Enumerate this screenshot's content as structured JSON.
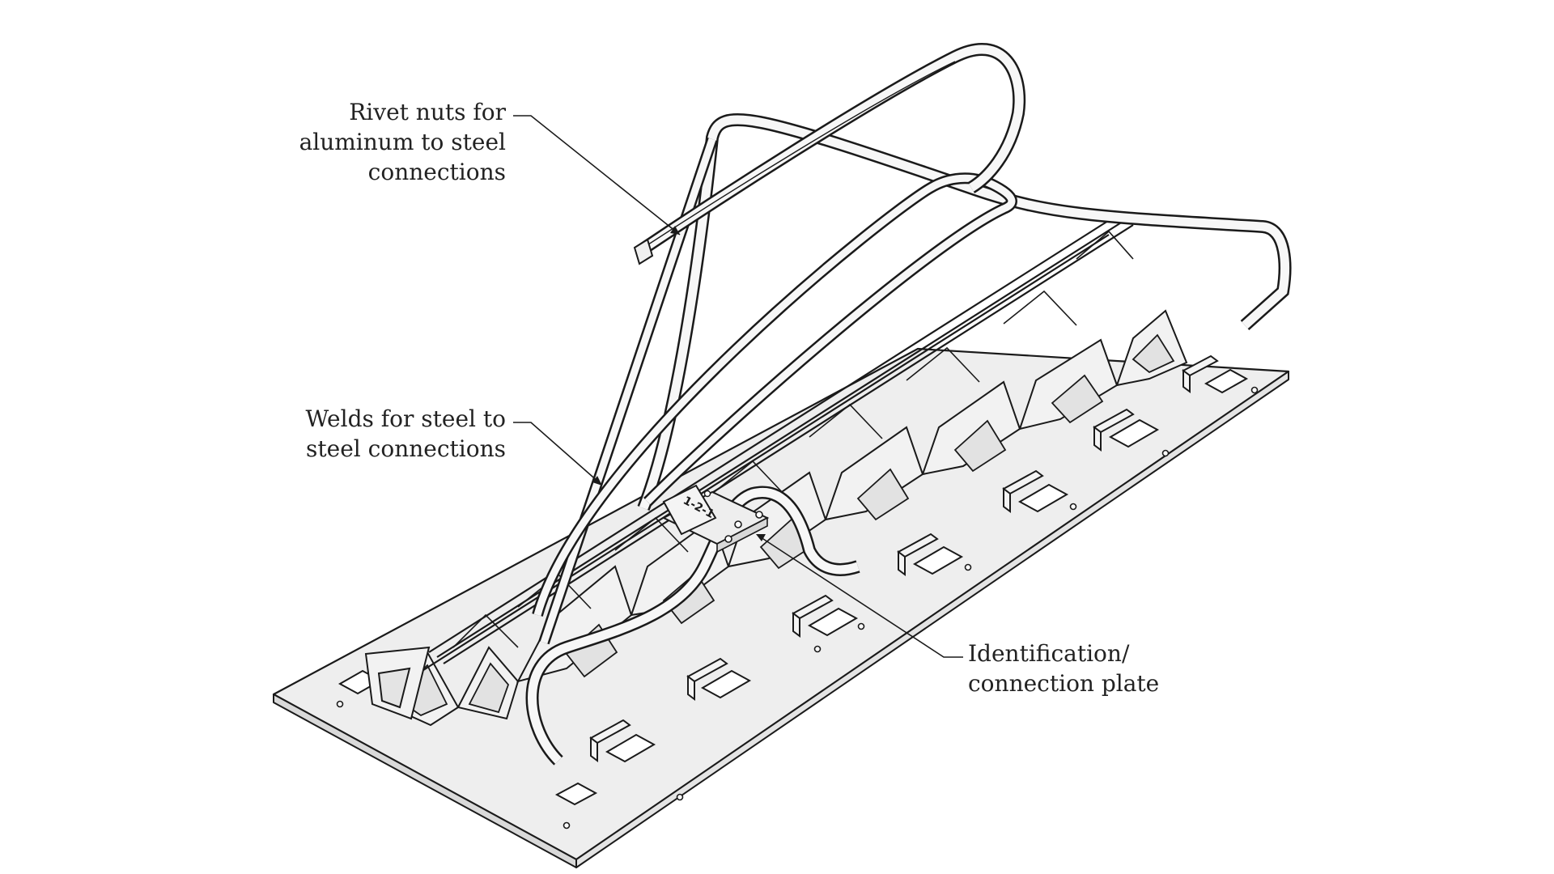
{
  "callouts": {
    "rivet": {
      "lines": [
        "Rivet nuts for",
        "aluminum to steel",
        "connections"
      ]
    },
    "welds": {
      "lines": [
        "Welds for steel to",
        "steel connections"
      ]
    },
    "plate": {
      "lines": [
        "Identification/",
        "connection plate"
      ]
    }
  },
  "plate_marking": "1-2-1",
  "colors": {
    "ink": "#1a1a1a",
    "fill": "#f2f2f2",
    "hole": "#ffffff",
    "shadow": "#d9d9d9"
  }
}
